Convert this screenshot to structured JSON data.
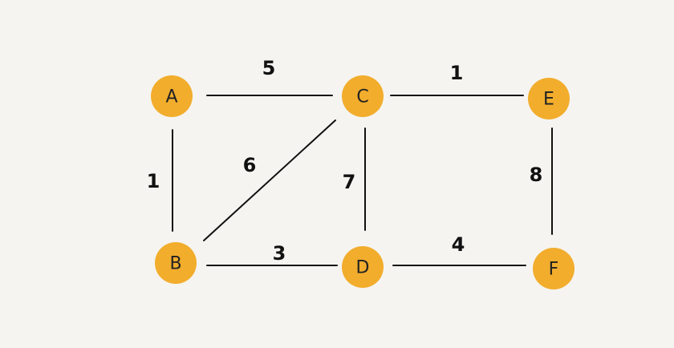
{
  "graph": {
    "colors": {
      "background": "#f5f4f0",
      "node": "#f2ad2d",
      "edge": "#111111"
    },
    "nodes": [
      {
        "id": "A",
        "label": "A"
      },
      {
        "id": "B",
        "label": "B"
      },
      {
        "id": "C",
        "label": "C"
      },
      {
        "id": "D",
        "label": "D"
      },
      {
        "id": "E",
        "label": "E"
      },
      {
        "id": "F",
        "label": "F"
      }
    ],
    "edges": [
      {
        "from": "A",
        "to": "C",
        "weight": "5"
      },
      {
        "from": "C",
        "to": "E",
        "weight": "1"
      },
      {
        "from": "A",
        "to": "B",
        "weight": "1"
      },
      {
        "from": "B",
        "to": "C",
        "weight": "6"
      },
      {
        "from": "C",
        "to": "D",
        "weight": "7"
      },
      {
        "from": "E",
        "to": "F",
        "weight": "8"
      },
      {
        "from": "B",
        "to": "D",
        "weight": "3"
      },
      {
        "from": "D",
        "to": "F",
        "weight": "4"
      }
    ]
  }
}
